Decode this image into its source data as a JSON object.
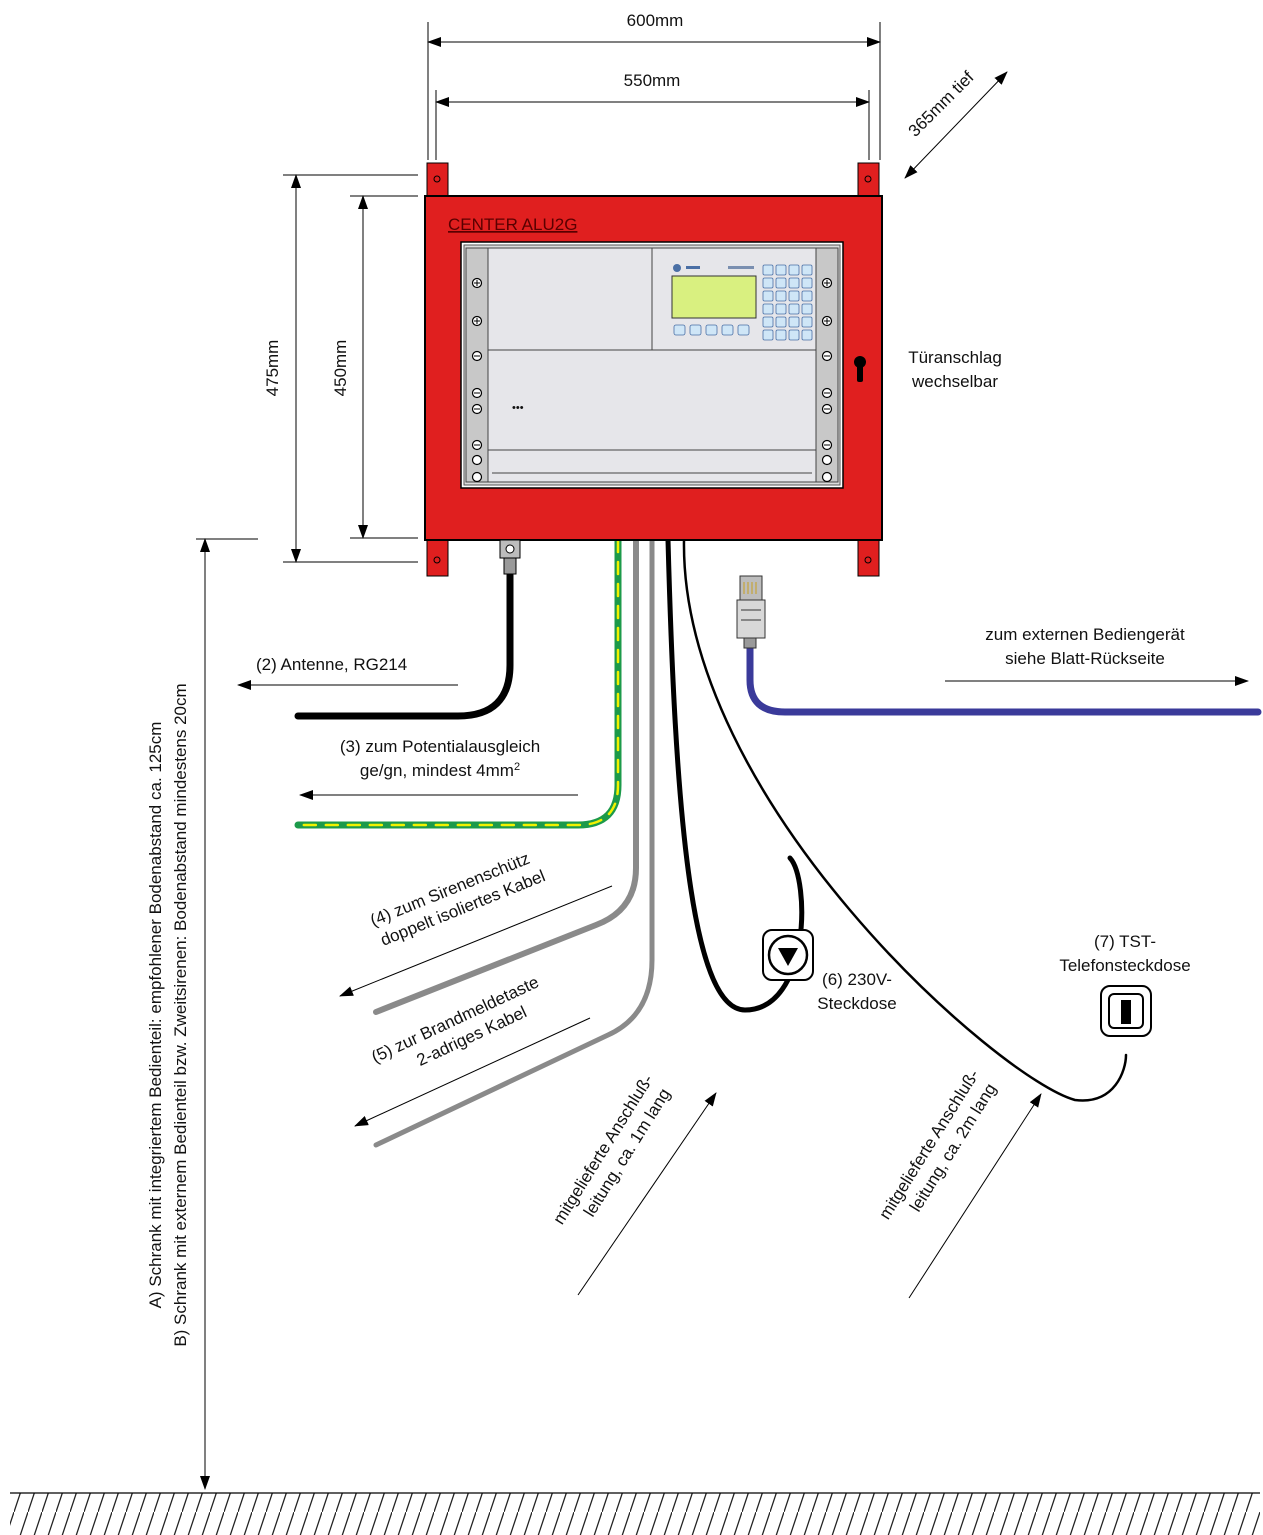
{
  "dimensions": {
    "width_outer": "600mm",
    "width_inner": "550mm",
    "depth": "365mm tief",
    "height_outer": "475mm",
    "height_inner": "450mm"
  },
  "cabinet": {
    "title": "CENTER ALU2G",
    "door_note_line1": "Türanschlag",
    "door_note_line2": "wechselbar",
    "ellipsis": "•••"
  },
  "mounting_height": {
    "line_a": "A) Schrank mit integriertem Bedienteil: empfohlener Bodenabstand ca. 125cm",
    "line_b": "B) Schrank mit externem Bedienteil bzw. Zweitsirenen: Bodenabstand mindestens 20cm"
  },
  "connections": {
    "antenna": "(2) Antenne, RG214",
    "potential_line1": "(3) zum Potentialausgleich",
    "potential_line2": "ge/gn, mindest 4mm",
    "potential_sup": "2",
    "siren_line1": "(4) zum Sirenenschütz",
    "siren_line2": "doppelt isoliertes Kabel",
    "fire_line1": "(5) zur Brandmeldetaste",
    "fire_line2": "2-adriges Kabel",
    "socket_line1": "(6) 230V-",
    "socket_line2": "Steckdose",
    "tst_line1": "(7) TST-",
    "tst_line2": "Telefonsteckdose",
    "external_line1": "zum externen Bediengerät",
    "external_line2": "siehe Blatt-Rückseite",
    "cable1_line1": "mitgelieferte Anschluß-",
    "cable1_line2": "leitung, ca. 1m lang",
    "cable2_line1": "mitgelieferte Anschluß-",
    "cable2_line2": "leitung, ca. 2m lang"
  },
  "colors": {
    "cabinet_red": "#e01f1f",
    "frame_gray": "#d9d9d9",
    "display_green": "#d9f080",
    "keypad_blue": "#cfe6f7",
    "cable_blue": "#3a3a9a",
    "earth_green": "#1c9a4a",
    "earth_yellow": "#f2f200",
    "cable_gray": "#8a8a8a"
  }
}
